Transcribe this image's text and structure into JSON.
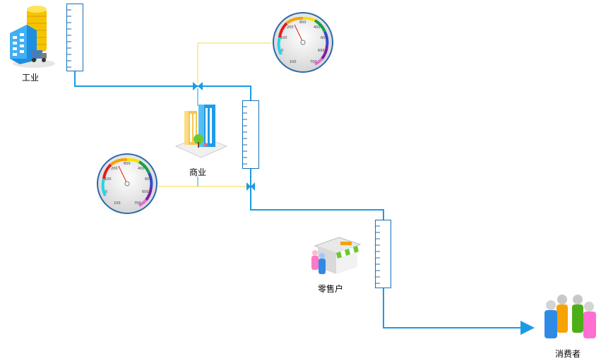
{
  "nodes": {
    "industry": {
      "label": "工业"
    },
    "commerce": {
      "label": "商业"
    },
    "retail": {
      "label": "零售户"
    },
    "consumer": {
      "label": "消费者"
    }
  },
  "gauges": [
    {
      "ticks": [
        "800",
        "200",
        "400",
        "100",
        "600",
        "0",
        "600",
        "100",
        "700"
      ]
    },
    {
      "ticks": [
        "800",
        "200",
        "400",
        "100",
        "600",
        "0",
        "600",
        "100",
        "700"
      ]
    }
  ],
  "colors": {
    "flow_line": "#1b9be3",
    "connector_line": "#f5d94a",
    "ruler_border": "#1a6fb6"
  }
}
